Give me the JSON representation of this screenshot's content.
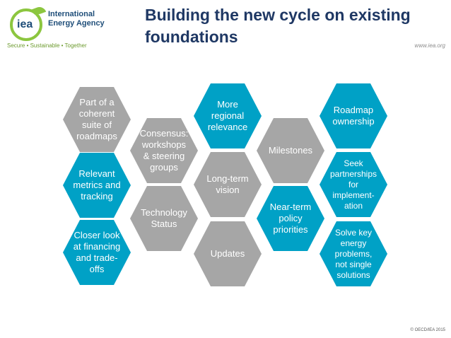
{
  "logo": {
    "mark": "iea",
    "name": "International\nEnergy Agency",
    "tagline": "Secure • Sustainable • Together"
  },
  "title": "Building the new cycle on existing foundations",
  "website": "www.iea.org",
  "copyright": "© OECD/IEA 2015",
  "colors": {
    "teal": "#00a1c6",
    "gray": "#a6a6a6",
    "title": "#1f3864",
    "logo_green": "#8cc63f"
  },
  "hexagons": [
    {
      "id": "suite",
      "text": "Part of a\ncoherent\nsuite of\nroadmaps",
      "color": "gray"
    },
    {
      "id": "metrics",
      "text": "Relevant\nmetrics and\ntracking",
      "color": "teal"
    },
    {
      "id": "financing",
      "text": "Closer look\nat financing\nand trade-\noffs",
      "color": "teal"
    },
    {
      "id": "consensus",
      "text": "Consensus:\nworkshops\n& steering\ngroups",
      "color": "gray"
    },
    {
      "id": "tech-status",
      "text": "Technology\nStatus",
      "color": "gray"
    },
    {
      "id": "regional",
      "text": "More\nregional\nrelevance",
      "color": "teal"
    },
    {
      "id": "vision",
      "text": "Long-term\nvision",
      "color": "gray"
    },
    {
      "id": "updates",
      "text": "Updates",
      "color": "gray"
    },
    {
      "id": "milestones",
      "text": "Milestones",
      "color": "gray"
    },
    {
      "id": "near-term",
      "text": "Near-term\npolicy\npriorities",
      "color": "teal"
    },
    {
      "id": "ownership",
      "text": "Roadmap\nownership",
      "color": "teal"
    },
    {
      "id": "partnerships",
      "text": "Seek\npartnerships\nfor\nimplement-\nation",
      "color": "teal"
    },
    {
      "id": "solve",
      "text": "Solve key\nenergy\nproblems,\nnot single\nsolutions",
      "color": "teal"
    }
  ]
}
